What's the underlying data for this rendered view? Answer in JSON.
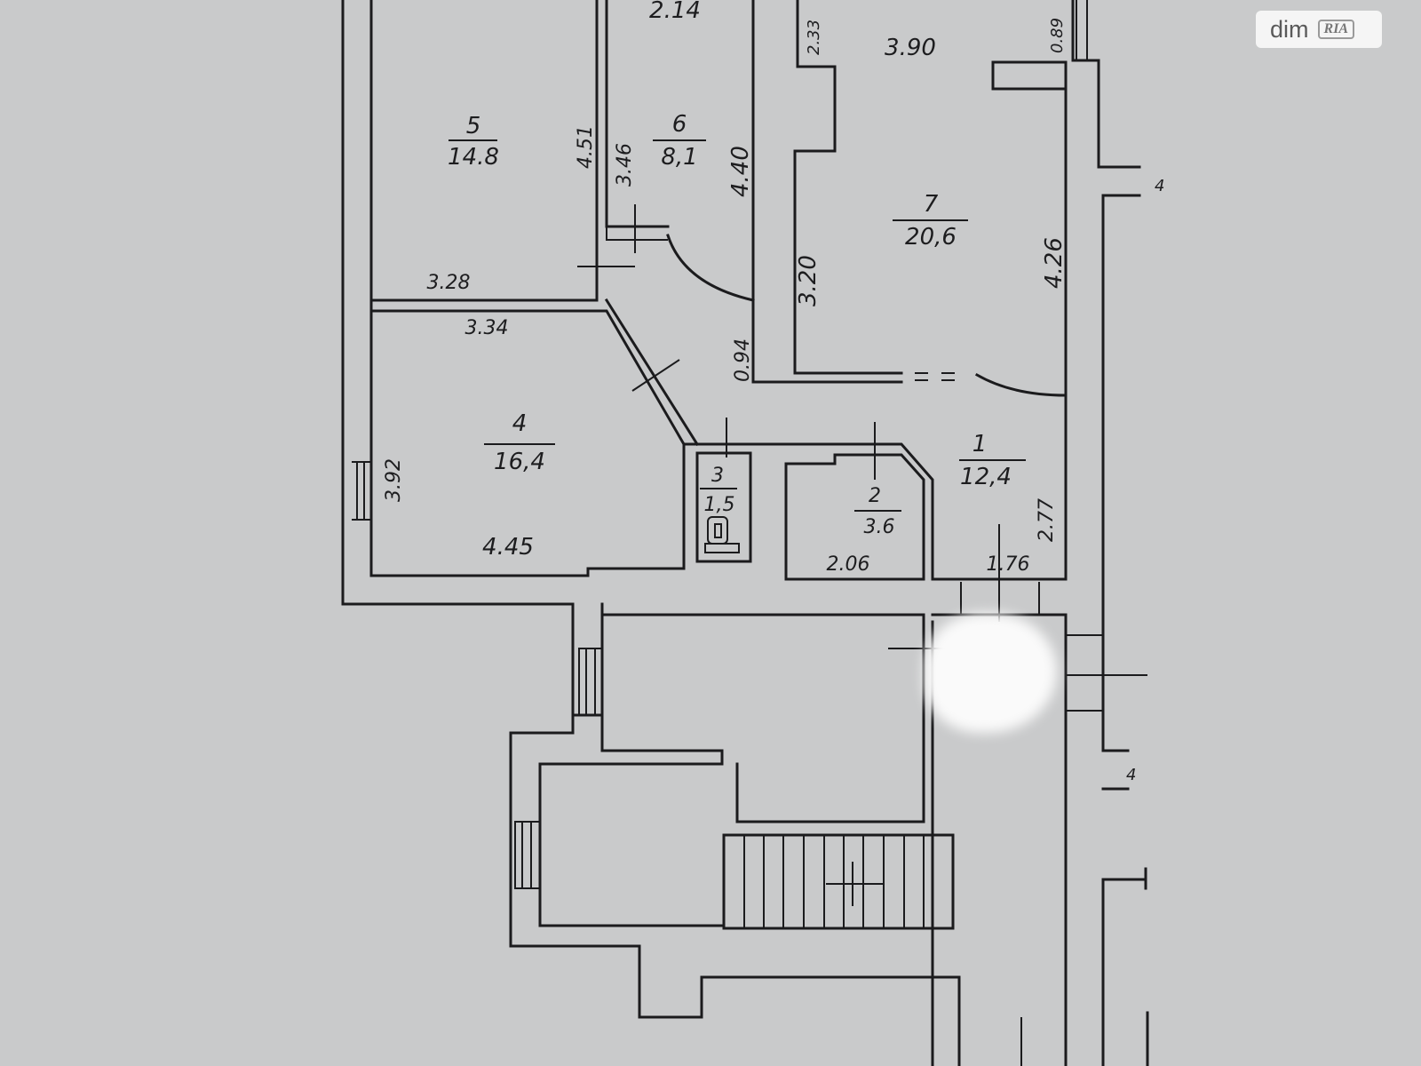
{
  "watermark": {
    "brand": "dim",
    "logo": "RIA"
  },
  "rooms": [
    {
      "num": "5",
      "area": "14.8"
    },
    {
      "num": "6",
      "area": "8,1"
    },
    {
      "num": "7",
      "area": "20,6"
    },
    {
      "num": "4",
      "area": "16,4"
    },
    {
      "num": "3",
      "area": "1,5"
    },
    {
      "num": "2",
      "area": "3.6"
    },
    {
      "num": "1",
      "area": "12,4"
    }
  ],
  "dimensions": {
    "d_214": "2.14",
    "d_233": "2.33",
    "d_390": "3.90",
    "d_089": "0.89",
    "d_451": "4.51",
    "d_346": "3.46",
    "d_440": "4.40",
    "d_328": "3.28",
    "d_334": "3.34",
    "d_226": "4.26",
    "d_320": "3.20",
    "d_094": "0.94",
    "d_392": "3.92",
    "d_445": "4.45",
    "d_206": "2.06",
    "d_176": "1.76",
    "d_277": "2.77"
  },
  "outside_marks": {
    "top": "4",
    "bottom": "4"
  },
  "colors": {
    "paper": "#c9cacb",
    "ink": "#1b1b1d",
    "badge_bg": "#f5f5f5"
  }
}
